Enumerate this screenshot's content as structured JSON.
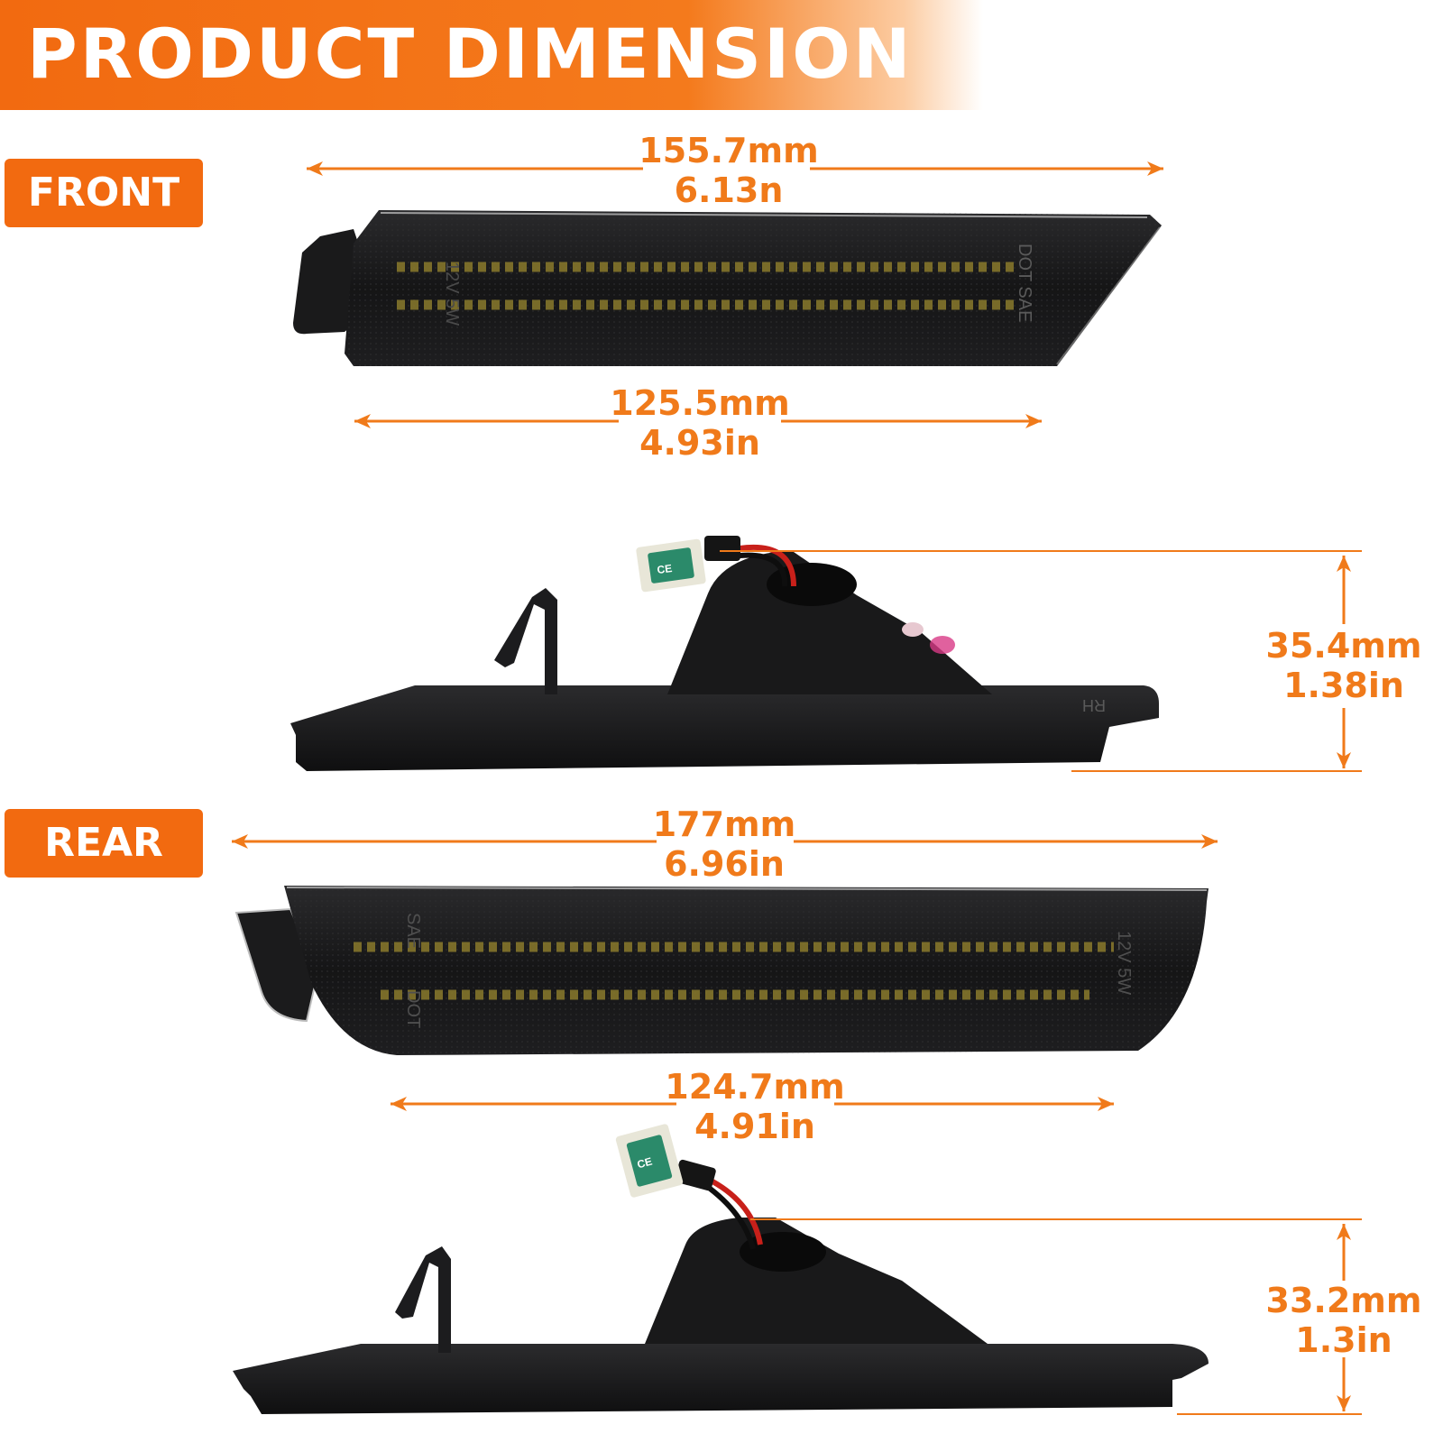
{
  "header": {
    "title": "PRODUCT DIMENSION"
  },
  "tags": {
    "front": "FRONT",
    "rear": "REAR"
  },
  "dimensions": {
    "front_length": {
      "mm": "155.7mm",
      "in": "6.13n"
    },
    "front_lens": {
      "mm": "125.5mm",
      "in": "4.93in"
    },
    "front_height": {
      "mm": "35.4mm",
      "in": "1.38in"
    },
    "rear_length": {
      "mm": "177mm",
      "in": "6.96in"
    },
    "rear_lens": {
      "mm": "124.7mm",
      "in": "4.91in"
    },
    "rear_height": {
      "mm": "33.2mm",
      "in": "1.3in"
    }
  },
  "lens_markings": {
    "front_left": "12V 5W",
    "front_right": "DOT SAE",
    "rear_left": "SAE",
    "rear_left_bottom": "DOT",
    "rear_right": "12V 5W",
    "ce": "CE",
    "side_rh": "RH"
  },
  "colors": {
    "accent": "#f26a10",
    "dimension_text": "#f07a1a",
    "lens": "#1b1b1d",
    "led": "#8a7a2c"
  }
}
